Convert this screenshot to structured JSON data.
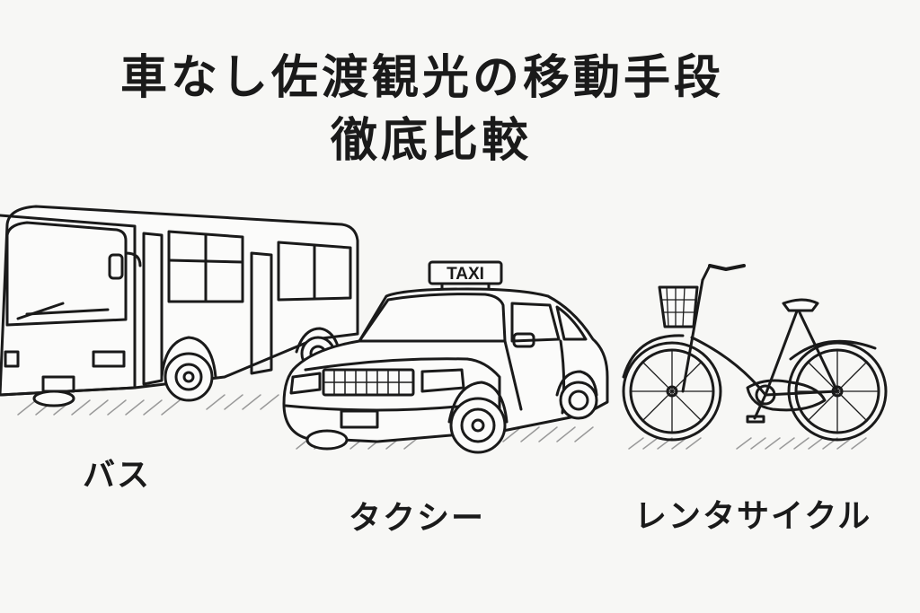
{
  "title": {
    "line1": "車なし佐渡観光の移動手段",
    "line2": "徹底比較"
  },
  "vehicles": {
    "bus": {
      "label": "バス",
      "icon": "bus-icon"
    },
    "taxi": {
      "label": "タクシー",
      "icon": "taxi-icon",
      "sign_text": "TAXI"
    },
    "bike": {
      "label": "レンタサイクル",
      "icon": "bicycle-icon"
    }
  },
  "colors": {
    "ink": "#1a1a1a",
    "background": "#f7f7f5",
    "shade": "#9a9a9a"
  }
}
